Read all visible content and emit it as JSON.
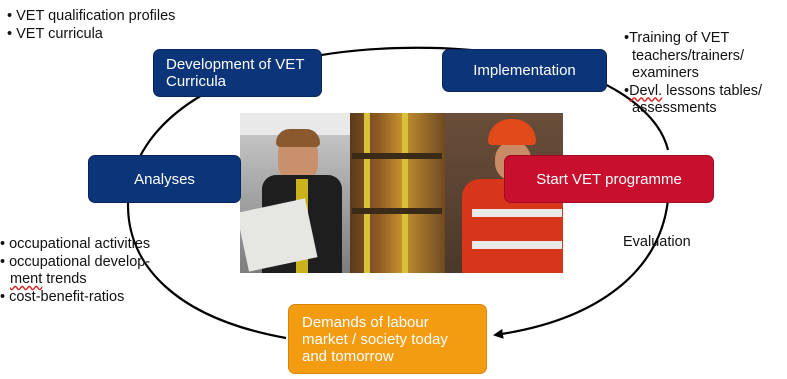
{
  "notes": {
    "top_left": [
      "• VET qualification profiles",
      "• VET curricula"
    ],
    "top_right": [
      "•Training of VET",
      "teachers/trainers/",
      "examiners"
    ],
    "top_right_devl_word": "Devl.",
    "top_right_devl_rest": " lessons tables/",
    "top_right_last": "assessments",
    "left": {
      "line1": "• occupational activities",
      "line2": "• occupational develop-",
      "line3_underlined": "ment",
      "line3_rest": " trends",
      "line4": "• cost-benefit-ratios"
    },
    "evaluation": "Evaluation"
  },
  "boxes": {
    "development": "Development  of VET Curricula",
    "implementation": "Implementation",
    "analyses": "Analyses",
    "start": "Start VET programme",
    "demands": "Demands of labour market / society today and tomorrow"
  },
  "colors": {
    "navy": "#0c3579",
    "red": "#c8102e",
    "orange": "#f39c12",
    "cycle_line": "#000000"
  },
  "icons": {
    "cycle": "circular-arrow",
    "photo": "vocational-training-photo"
  }
}
